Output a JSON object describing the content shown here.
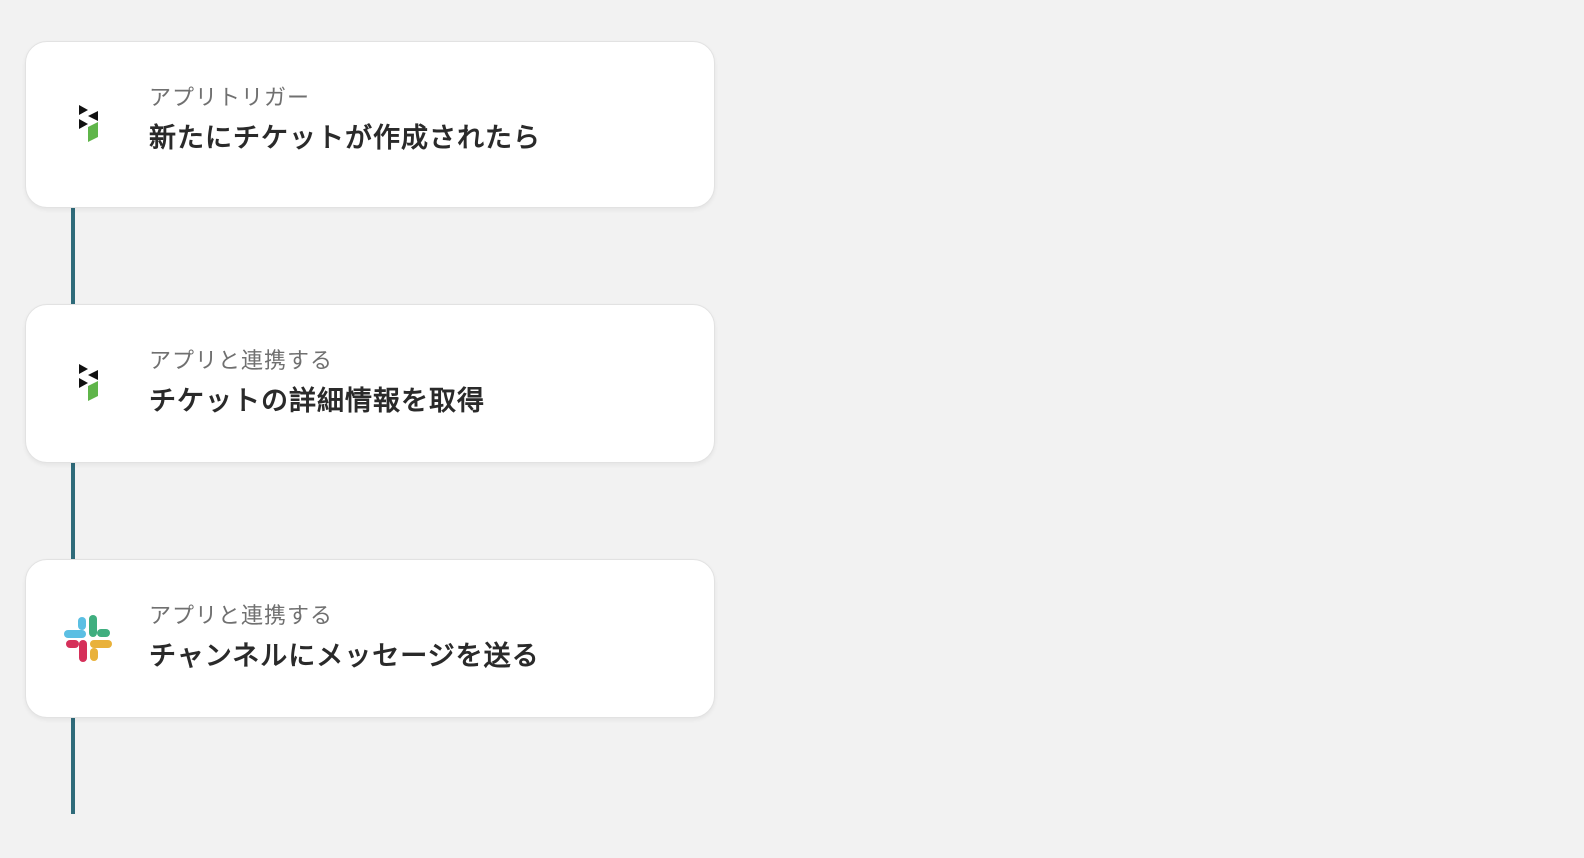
{
  "flow": {
    "steps": [
      {
        "icon": "zendesk-icon",
        "label": "アプリトリガー",
        "title": "新たにチケットが作成されたら"
      },
      {
        "icon": "zendesk-icon",
        "label": "アプリと連携する",
        "title": "チケットの詳細情報を取得"
      },
      {
        "icon": "slack-icon",
        "label": "アプリと連携する",
        "title": "チャンネルにメッセージを送る"
      }
    ]
  },
  "colors": {
    "background": "#f2f2f2",
    "connector": "#2f6b7a",
    "card": "#ffffff",
    "label": "#707070",
    "title": "#2a2a2a",
    "zendesk_dark": "#111111",
    "zendesk_green": "#5fb54a",
    "slack_blue": "#5bbfe3",
    "slack_green": "#3fae7f",
    "slack_red": "#d5305a",
    "slack_yellow": "#e9b13a"
  }
}
